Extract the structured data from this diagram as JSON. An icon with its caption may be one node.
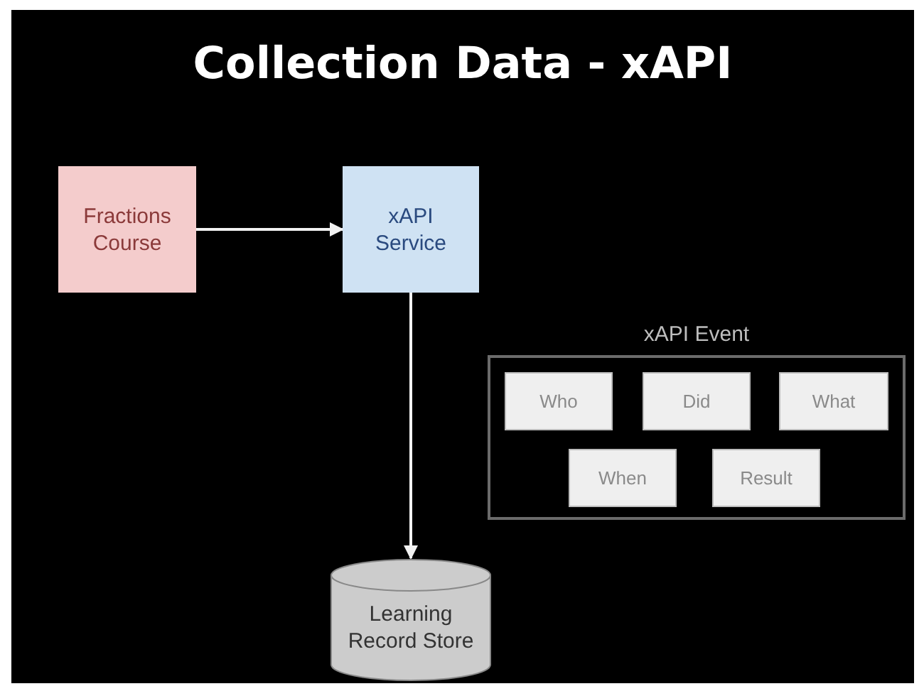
{
  "diagram": {
    "title": "Collection Data - xAPI",
    "nodes": [
      {
        "text": [
          "Fractions Course"
        ]
      },
      {
        "text": [
          "xAPI Service"
        ]
      },
      {
        "text": [
          "Learning Record Store"
        ]
      },
      {
        "text": [
          "xAPI Event"
        ]
      },
      {
        "text": [
          "Who"
        ],
        "in": 3
      },
      {
        "text": [
          "Did"
        ],
        "in": 3
      },
      {
        "text": [
          "What"
        ],
        "in": 3
      },
      {
        "text": [
          "When"
        ],
        "in": 3
      },
      {
        "text": [
          "Result"
        ],
        "in": 3
      }
    ],
    "edges": [
      {
        "from": 0,
        "to": 1,
        "arrow": "to"
      },
      {
        "from": 1,
        "to": 2,
        "arrow": "to"
      }
    ]
  }
}
